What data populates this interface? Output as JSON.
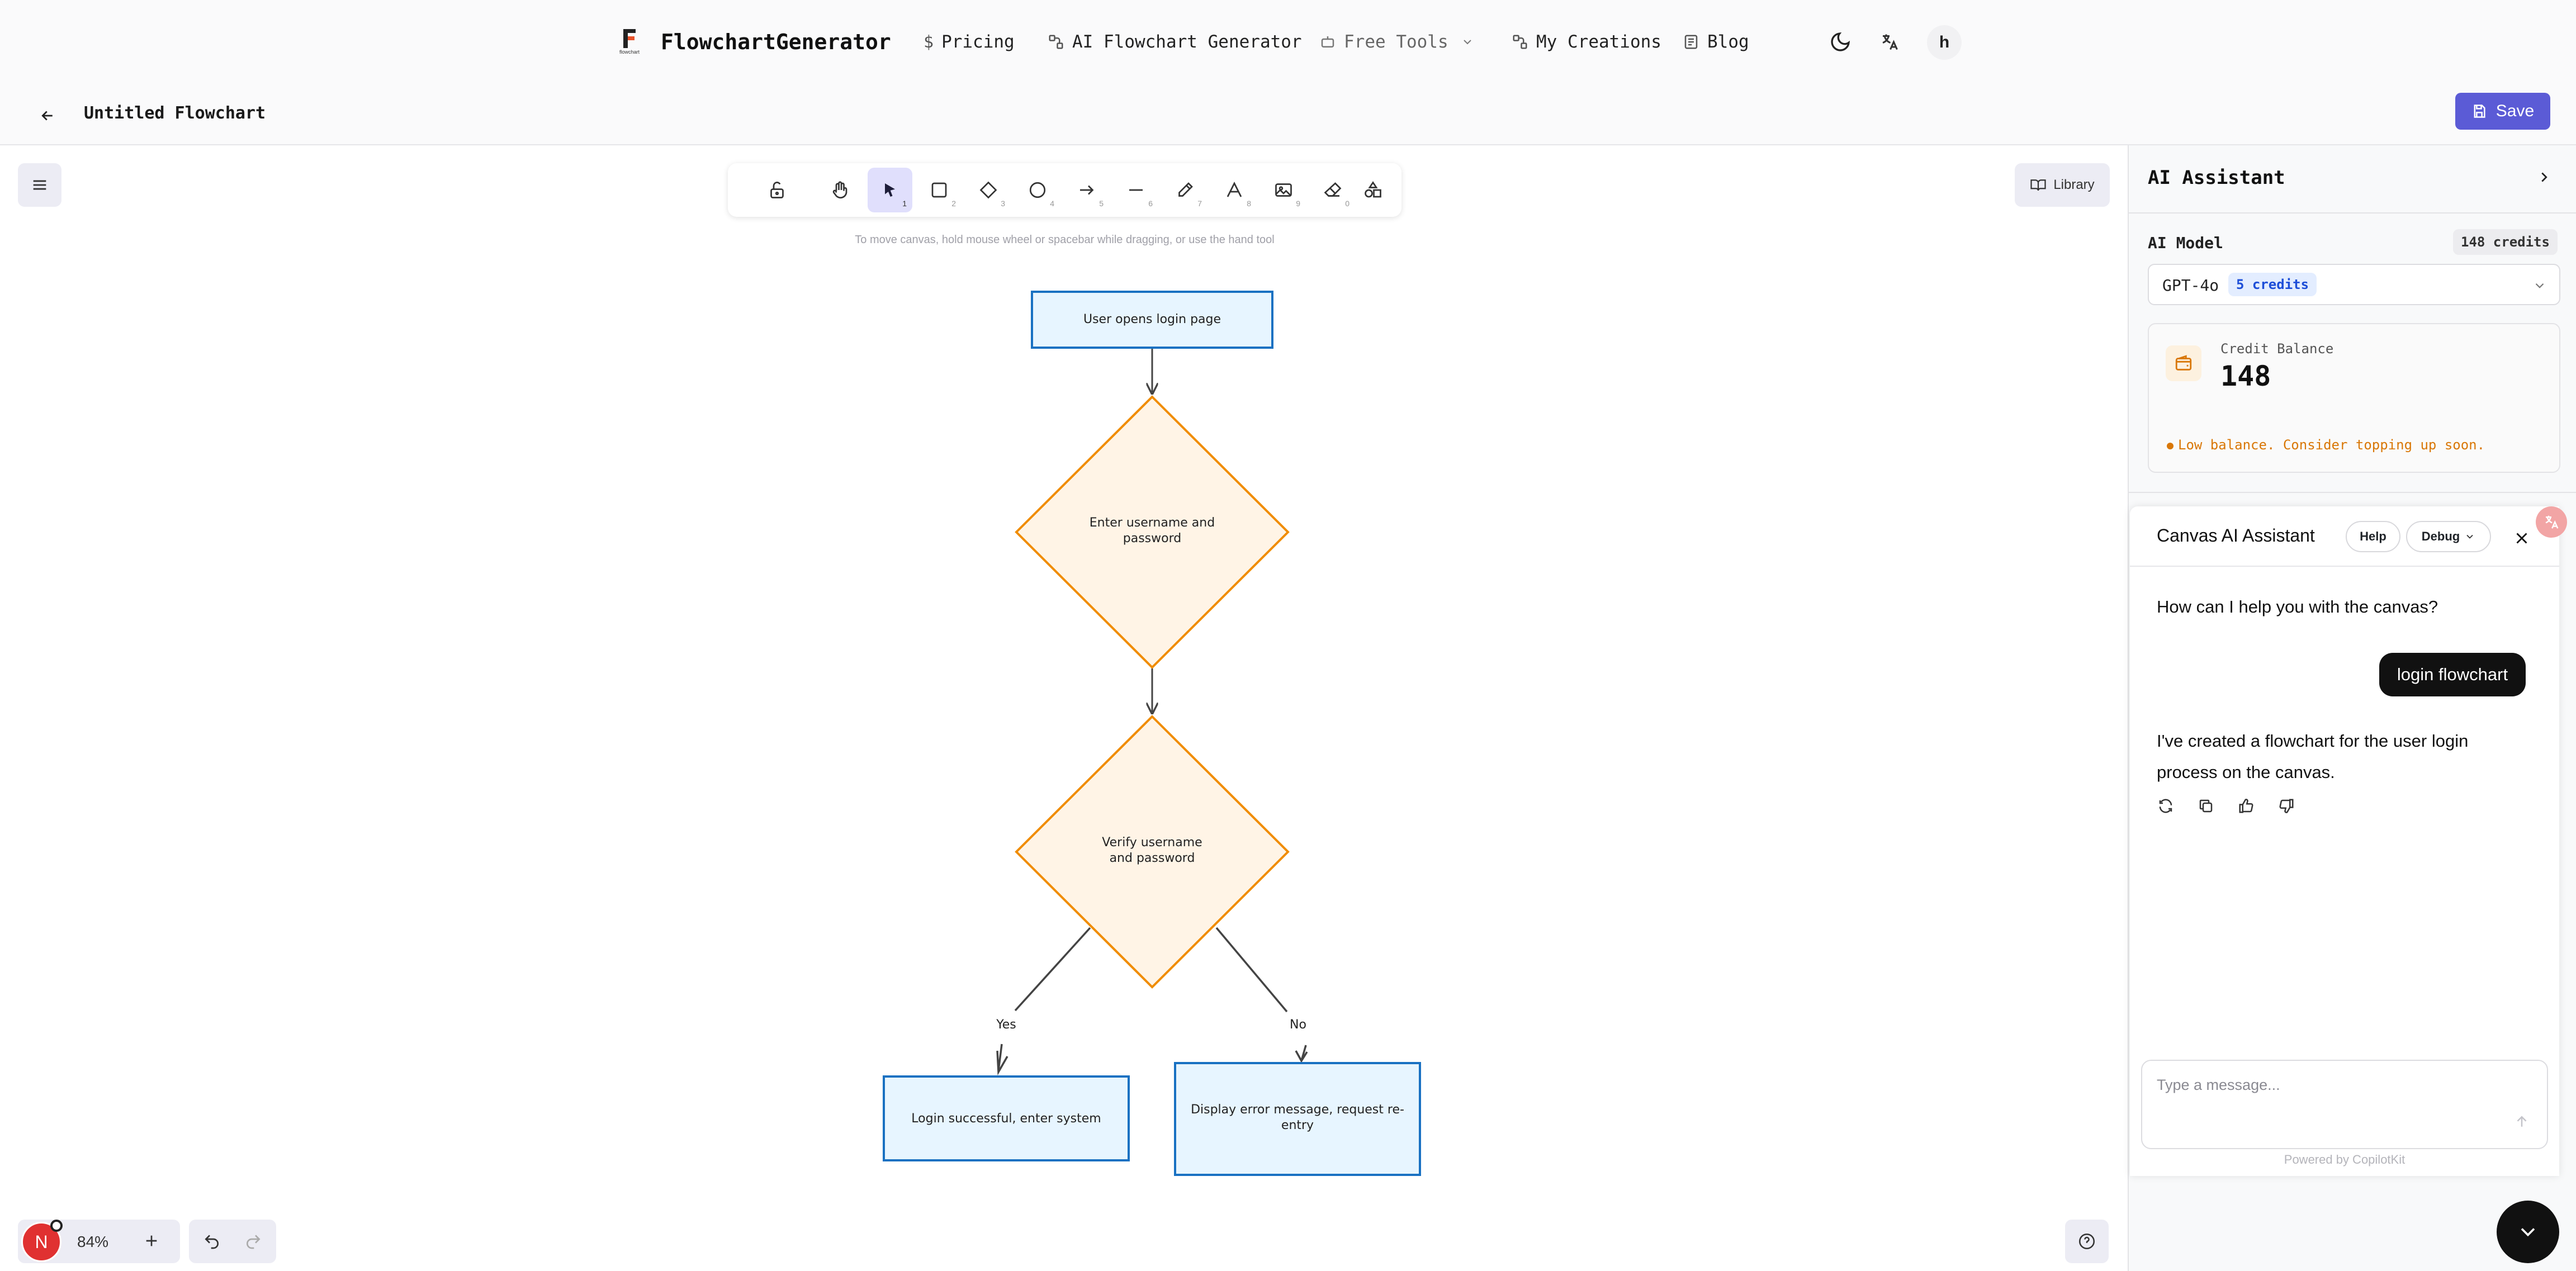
{
  "nav": {
    "brand": "FlowchartGenerator",
    "logo_caption": "flowchart",
    "pricing": "Pricing",
    "ai_generator": "AI Flowchart Generator",
    "free_tools": "Free Tools",
    "my_creations": "My Creations",
    "blog": "Blog",
    "avatar_letter": "h"
  },
  "header": {
    "title": "Untitled Flowchart",
    "save_label": "Save"
  },
  "toolbar": {
    "tools": [
      {
        "name": "lock-tool",
        "key": ""
      },
      {
        "name": "hand-tool",
        "key": ""
      },
      {
        "name": "selection-tool",
        "key": "1"
      },
      {
        "name": "rectangle-tool",
        "key": "2"
      },
      {
        "name": "diamond-tool",
        "key": "3"
      },
      {
        "name": "ellipse-tool",
        "key": "4"
      },
      {
        "name": "arrow-tool",
        "key": "5"
      },
      {
        "name": "line-tool",
        "key": "6"
      },
      {
        "name": "draw-tool",
        "key": "7"
      },
      {
        "name": "text-tool",
        "key": "8"
      },
      {
        "name": "image-tool",
        "key": "9"
      },
      {
        "name": "eraser-tool",
        "key": "0"
      },
      {
        "name": "more-tools",
        "key": ""
      }
    ],
    "hint": "To move canvas, hold mouse wheel or spacebar while dragging, or use the hand tool",
    "library_label": "Library"
  },
  "flowchart": {
    "start": "User opens login page",
    "input_line1": "Enter username and",
    "input_line2": "password",
    "verify_line1": "Verify username",
    "verify_line2": "and password",
    "yes_label": "Yes",
    "no_label": "No",
    "success": "Login successful, enter system",
    "error_line1": "Display error message, request re-",
    "error_line2": "entry"
  },
  "footer": {
    "user_initial": "N",
    "zoom": "84%"
  },
  "assistant": {
    "title": "AI Assistant",
    "model_label": "AI Model",
    "credits_badge": "148 credits",
    "model_name": "GPT-4o",
    "model_cost": "5 credits",
    "balance_label": "Credit Balance",
    "balance_value": "148",
    "low_balance": "Low balance. Consider topping up soon."
  },
  "chat": {
    "title": "Canvas AI Assistant",
    "help": "Help",
    "debug": "Debug",
    "greeting": "How can I help you with the canvas?",
    "user_message": "login flowchart",
    "reply_line1": "I've created a flowchart for the user login",
    "reply_line2": "process on the canvas.",
    "input_placeholder": "Type a message...",
    "powered_by": "Powered by CopilotKit"
  },
  "colors": {
    "accent": "#6366f1",
    "rect_fill": "#e7f5ff",
    "rect_stroke": "#1971c2",
    "diamond_fill": "#fff4e6",
    "diamond_stroke": "#f08c00",
    "warning": "#d97706"
  }
}
